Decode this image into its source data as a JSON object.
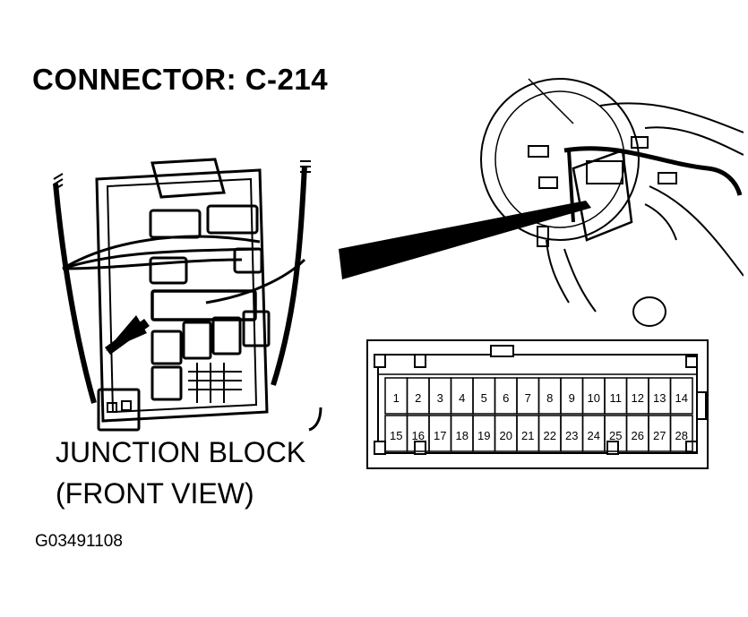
{
  "title": "CONNECTOR: C-214",
  "caption_line1": "JUNCTION BLOCK",
  "caption_line2": "(FRONT VIEW)",
  "figure_id": "G03491108",
  "connector": {
    "pins_top": [
      "1",
      "2",
      "3",
      "4",
      "5",
      "6",
      "7",
      "8",
      "9",
      "10",
      "11",
      "12",
      "13",
      "14"
    ],
    "pins_bottom": [
      "15",
      "16",
      "17",
      "18",
      "19",
      "20",
      "21",
      "22",
      "23",
      "24",
      "25",
      "26",
      "27",
      "28"
    ]
  }
}
